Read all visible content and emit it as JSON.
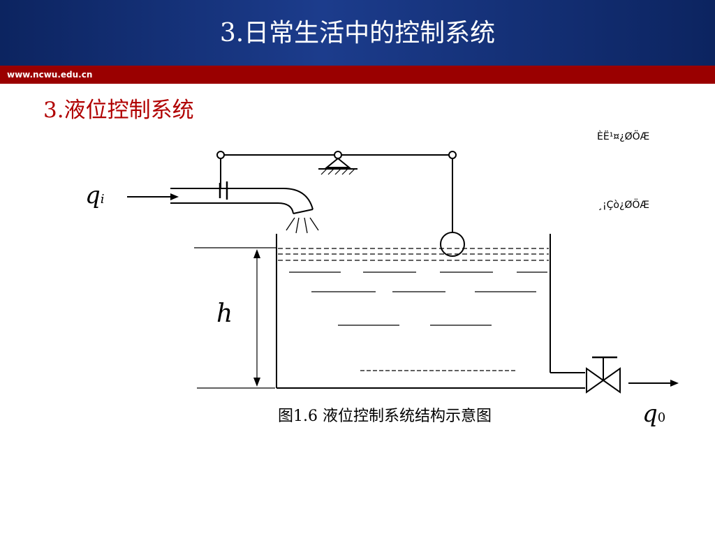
{
  "header": {
    "title": "3.日常生活中的控制系统",
    "url": "www.ncwu.edu.cn"
  },
  "section_title": "3.液位控制系统",
  "diagram": {
    "garbled_label_top": "ÈË¹¤¿ØÖÆ",
    "garbled_label_bottom": "¸¡Çò¿ØÖÆ",
    "inflow_symbol": "q",
    "inflow_subscript": "i",
    "height_symbol": "h",
    "outflow_symbol": "q",
    "outflow_subscript": "0",
    "caption": "图1.6  液位控制系统结构示意图"
  },
  "colors": {
    "header_blue": "#1c3c8c",
    "red_bar": "#9a0000",
    "title_red": "#b00000"
  }
}
